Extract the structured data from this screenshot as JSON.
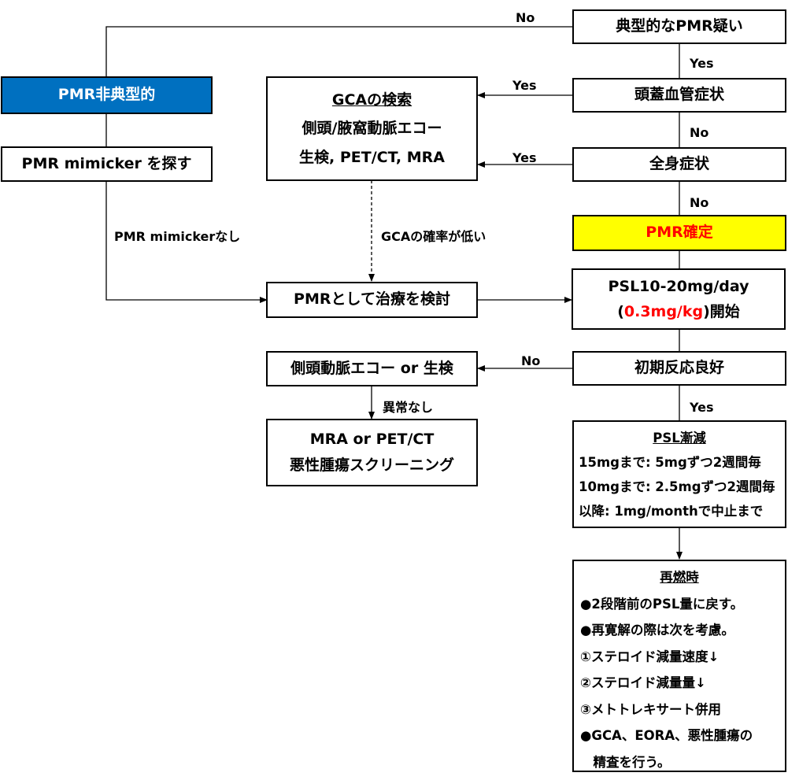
{
  "colors": {
    "atypical_fill": "#0070c0",
    "confirmed_fill": "#ffff00",
    "accent_red": "#ff0000",
    "line": "#000000"
  },
  "boxes": {
    "typical_pmr": "典型的なPMR疑い",
    "cranial_symptoms": "頭蓋血管症状",
    "systemic_symptoms": "全身症状",
    "pmr_confirmed": "PMR確定",
    "psl_start": {
      "line1": "PSL10-20mg/day",
      "open": "(",
      "dose": "0.3mg/kg",
      "close": ")開始"
    },
    "initial_response": "初期反応良好",
    "psl_taper": {
      "title": "PSL漸減",
      "lines": [
        "15mgまで: 5mgずつ2週間毎",
        "10mgまで: 2.5mgずつ2週間毎",
        "以降: 1mg/monthで中止まで"
      ]
    },
    "relapse": {
      "title": "再燃時",
      "lines": [
        "●2段階前のPSL量に戻す。",
        "●再寛解の際は次を考慮。",
        "①ステロイド減量速度↓",
        "②ステロイド減量量↓",
        "③メトトレキサート併用",
        "●GCA、EORA、悪性腫瘍の",
        "　精査を行う。"
      ]
    },
    "pmr_atypical": "PMR非典型的",
    "find_mimicker": "PMR mimicker を探す",
    "gca_workup": {
      "title": "GCAの検索",
      "line1": "側頭/腋窩動脈エコー",
      "line2": "生検,  PET/CT, MRA"
    },
    "treat_as_pmr": "PMRとして治療を検討",
    "temporal_echo": "側頭動脈エコー  or 生検",
    "mra_screen": {
      "line1": "MRA  or PET/CT",
      "line2": "悪性腫瘍スクリーニング"
    }
  },
  "labels": {
    "no_top": "No",
    "yes_1": "Yes",
    "yes_cranial": "Yes",
    "no_cranial": "No",
    "yes_systemic": "Yes",
    "no_systemic": "No",
    "no_response": "No",
    "yes_response": "Yes",
    "mimicker_none": "PMR mimickerなし",
    "gca_low": "GCAの確率が低い",
    "no_abnormal": "異常なし"
  }
}
